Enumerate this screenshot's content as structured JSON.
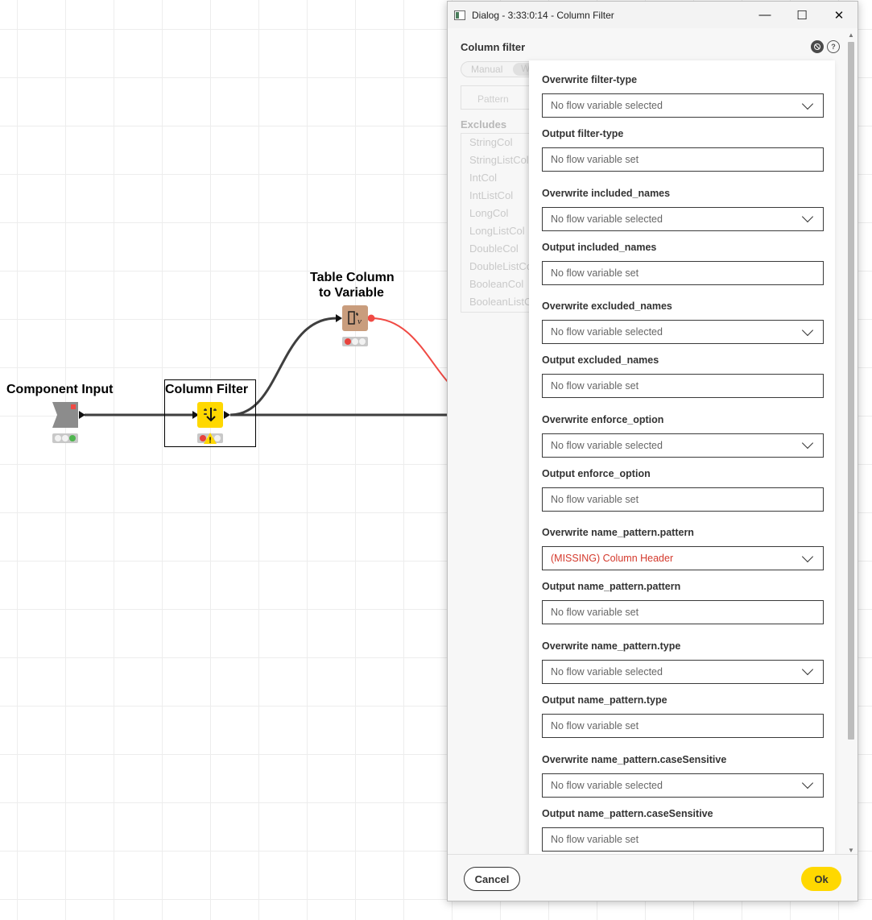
{
  "canvas": {
    "nodes": [
      {
        "id": "component-input",
        "label": "Component Input",
        "lights": [
          "off",
          "off",
          "green"
        ],
        "color": "#8c8c8c"
      },
      {
        "id": "column-filter",
        "label": "Column Filter",
        "lights": [
          "red",
          "off",
          "off"
        ],
        "warning": "!",
        "color": "#ffd800"
      },
      {
        "id": "table-column-to-variable",
        "label_line1": "Table Column",
        "label_line2": "to Variable",
        "lights": [
          "red",
          "off",
          "off"
        ],
        "color": "#c99d7d"
      }
    ]
  },
  "dialog": {
    "title": "Dialog - 3:33:0:14 - Column Filter",
    "window_controls": {
      "minimize": "—",
      "maximize": "☐",
      "close": "✕"
    },
    "section_title": "Column filter",
    "help_icon_text": "?",
    "mode_options": [
      "Manual",
      "W"
    ],
    "pattern_placeholder": "Pattern",
    "excludes_label": "Excludes",
    "excludes": [
      "StringCol",
      "StringListCol",
      "IntCol",
      "IntListCol",
      "LongCol",
      "LongListCol",
      "DoubleCol",
      "DoubleListCol",
      "BooleanCol",
      "BooleanListCol"
    ],
    "flow_variables": [
      {
        "overwrite_label": "Overwrite filter-type",
        "overwrite_value": "No flow variable selected",
        "missing": false,
        "output_label": "Output filter-type",
        "output_placeholder": "No flow variable set"
      },
      {
        "overwrite_label": "Overwrite included_names",
        "overwrite_value": "No flow variable selected",
        "missing": false,
        "output_label": "Output included_names",
        "output_placeholder": "No flow variable set"
      },
      {
        "overwrite_label": "Overwrite excluded_names",
        "overwrite_value": "No flow variable selected",
        "missing": false,
        "output_label": "Output excluded_names",
        "output_placeholder": "No flow variable set"
      },
      {
        "overwrite_label": "Overwrite enforce_option",
        "overwrite_value": "No flow variable selected",
        "missing": false,
        "output_label": "Output enforce_option",
        "output_placeholder": "No flow variable set"
      },
      {
        "overwrite_label": "Overwrite name_pattern.pattern",
        "overwrite_value": "(MISSING) Column Header",
        "missing": true,
        "output_label": "Output name_pattern.pattern",
        "output_placeholder": "No flow variable set"
      },
      {
        "overwrite_label": "Overwrite name_pattern.type",
        "overwrite_value": "No flow variable selected",
        "missing": false,
        "output_label": "Output name_pattern.type",
        "output_placeholder": "No flow variable set"
      },
      {
        "overwrite_label": "Overwrite name_pattern.caseSensitive",
        "overwrite_value": "No flow variable selected",
        "missing": false,
        "output_label": "Output name_pattern.caseSensitive",
        "output_placeholder": "No flow variable set"
      }
    ],
    "scroll": {
      "up": "▲",
      "down": "▼"
    },
    "cancel_label": "Cancel",
    "ok_label": "Ok",
    "colors": {
      "accent": "#ffd800",
      "missing": "#d4392c",
      "connection_flow": "#f04a44",
      "connection_data": "#3f3f3f"
    }
  }
}
